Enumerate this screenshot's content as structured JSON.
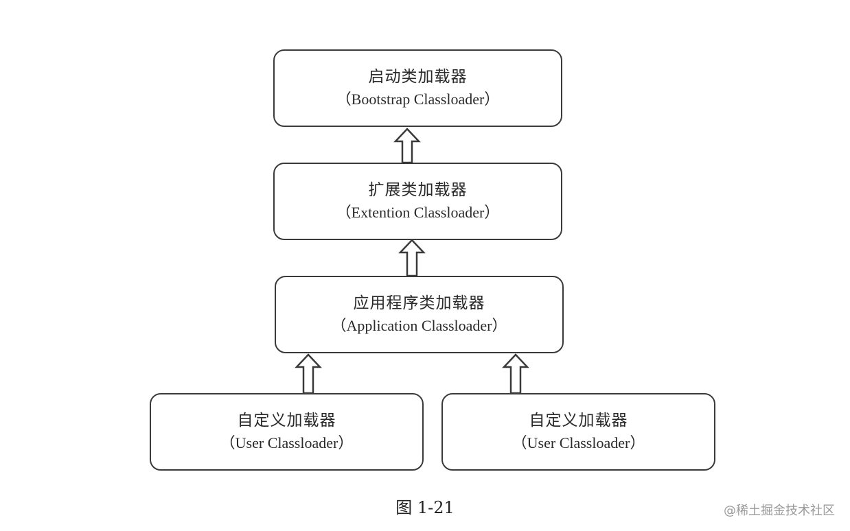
{
  "nodes": {
    "bootstrap": {
      "cn": "启动类加载器",
      "en": "（Bootstrap Classloader）"
    },
    "extension": {
      "cn": "扩展类加载器",
      "en": "（Extention Classloader）"
    },
    "application": {
      "cn": "应用程序类加载器",
      "en": "（Application Classloader）"
    },
    "user_left": {
      "cn": "自定义加载器",
      "en": "（User Classloader）"
    },
    "user_right": {
      "cn": "自定义加载器",
      "en": "（User Classloader）"
    }
  },
  "caption": "图 1-21",
  "watermark": "@稀土掘金技术社区",
  "colors": {
    "stroke": "#3a3a3a",
    "background": "#ffffff"
  }
}
